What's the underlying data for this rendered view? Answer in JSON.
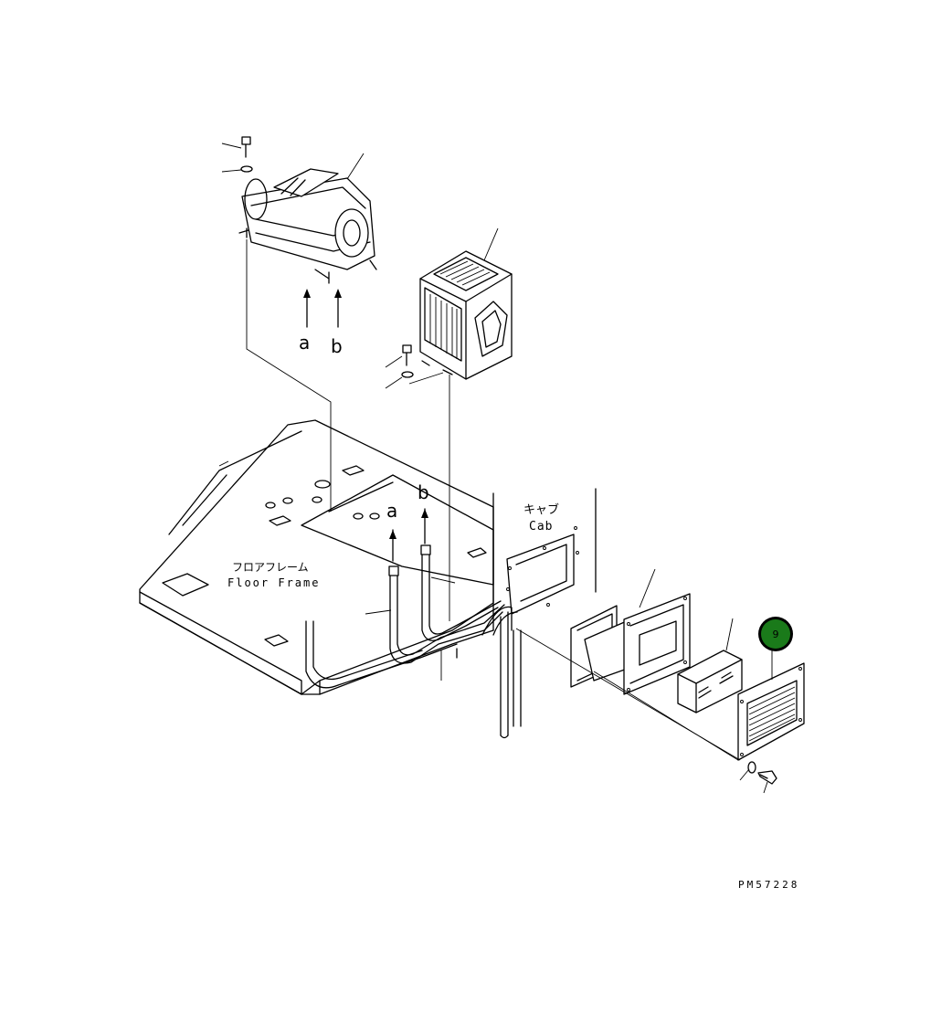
{
  "diagram": {
    "labels": {
      "arrow_a_top": "a",
      "arrow_b_top": "b",
      "arrow_a_bottom": "a",
      "arrow_b_bottom": "b",
      "cab_jp": "キャブ",
      "cab_en": "Cab",
      "floor_frame_jp": "フロアフレーム",
      "floor_frame_en": "Floor Frame",
      "drawing_id": "PM57228"
    },
    "callouts": [
      {
        "id": "grille",
        "number": "9",
        "color": "#1a7a1a",
        "highlighted": true
      }
    ]
  }
}
